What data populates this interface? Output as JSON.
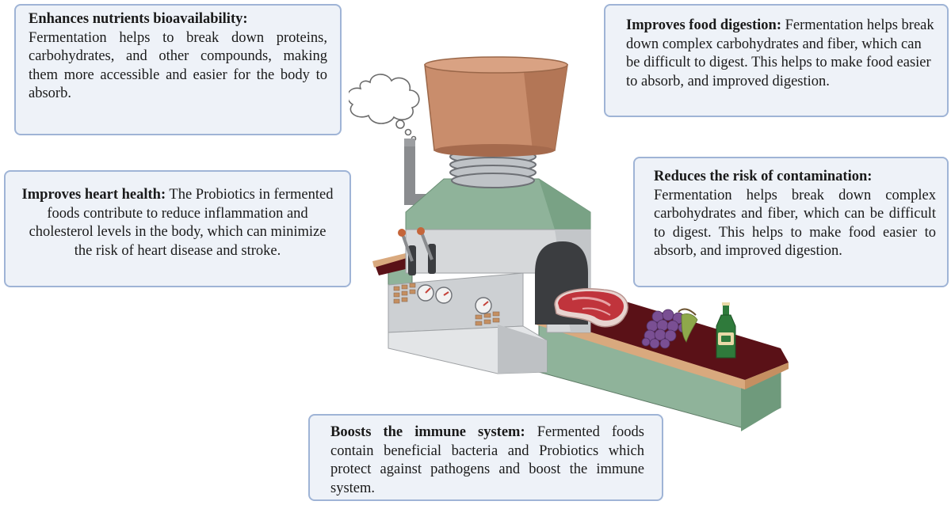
{
  "cards": {
    "nutrients": {
      "title": "Enhances nutrients bioavailability:",
      "body": "Fermentation helps to break down proteins, carbohydrates, and other compounds, making them more accessible and easier for the body to absorb."
    },
    "heart": {
      "title": "Improves heart health:",
      "body": "The Probiotics in fermented foods contribute to reduce inflammation and cholesterol levels in the body, which can minimize the risk of heart disease and stroke."
    },
    "digestion": {
      "title": "Improves food digestion:",
      "body": "Fermentation helps break down complex carbohydrates and fiber, which can be difficult to digest. This helps to make food easier to absorb, and improved digestion."
    },
    "contamination": {
      "title": "Reduces the risk of contamination:",
      "body": "Fermentation helps break down complex carbohydrates and fiber, which can be difficult to digest. This helps to make food easier to absorb, and improved digestion."
    },
    "immune": {
      "title": "Boosts the immune system:",
      "body": "Fermented foods contain beneficial bacteria and Probiotics which protect against pathogens and boost the immune system."
    }
  },
  "illustration": {
    "icons": [
      "fermentation-machine-icon",
      "thought-bubble-icon",
      "steak-icon",
      "grapes-icon",
      "bottle-icon",
      "conveyor-belt-icon"
    ],
    "colors": {
      "hopper": "#c98d6c",
      "hood": "#8fb39a",
      "body": "#d6d8da",
      "belt": "#5a1117",
      "rail": "#d9a97e",
      "base": "#8fb39a"
    }
  }
}
